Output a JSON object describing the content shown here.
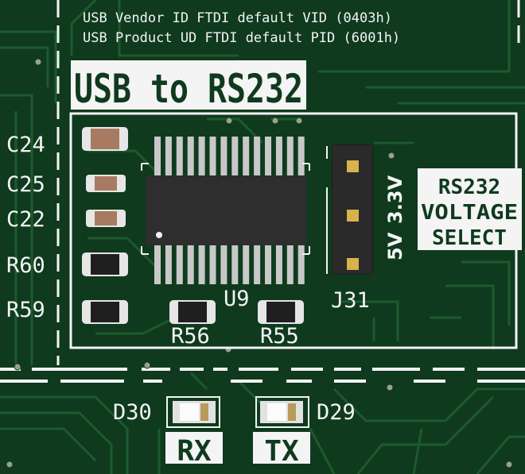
{
  "colors": {
    "board": "#0f3a1e",
    "copper_trace": "#1d5a2c",
    "silkscreen": "#f4f4f4",
    "ic_body": "#2e2e2e",
    "pin": "#c8c8c8",
    "capacitor_body": "#a97a62",
    "resistor_body": "#1f1f1f",
    "header_body": "#1c1c1c",
    "pad_gold": "#d8b24a"
  },
  "notes": {
    "line1": "USB Vendor ID FTDI default VID (0403h)",
    "line2": "USB Product UD FTDI default PID (6001h)"
  },
  "section_title": "USB to RS232",
  "components": {
    "c24": "C24",
    "c25": "C25",
    "c22": "C22",
    "r60": "R60",
    "r59": "R59",
    "r56": "R56",
    "r55": "R55",
    "u9": "U9",
    "j31": "J31",
    "d30": "D30",
    "d29": "D29"
  },
  "jumper": {
    "label_5v": "5V",
    "label_3v3": "3.3V"
  },
  "voltage_select": {
    "line1": "RS232",
    "line2": "VOLTAGE",
    "line3": "SELECT"
  },
  "leds": {
    "rx": "RX",
    "tx": "TX"
  }
}
